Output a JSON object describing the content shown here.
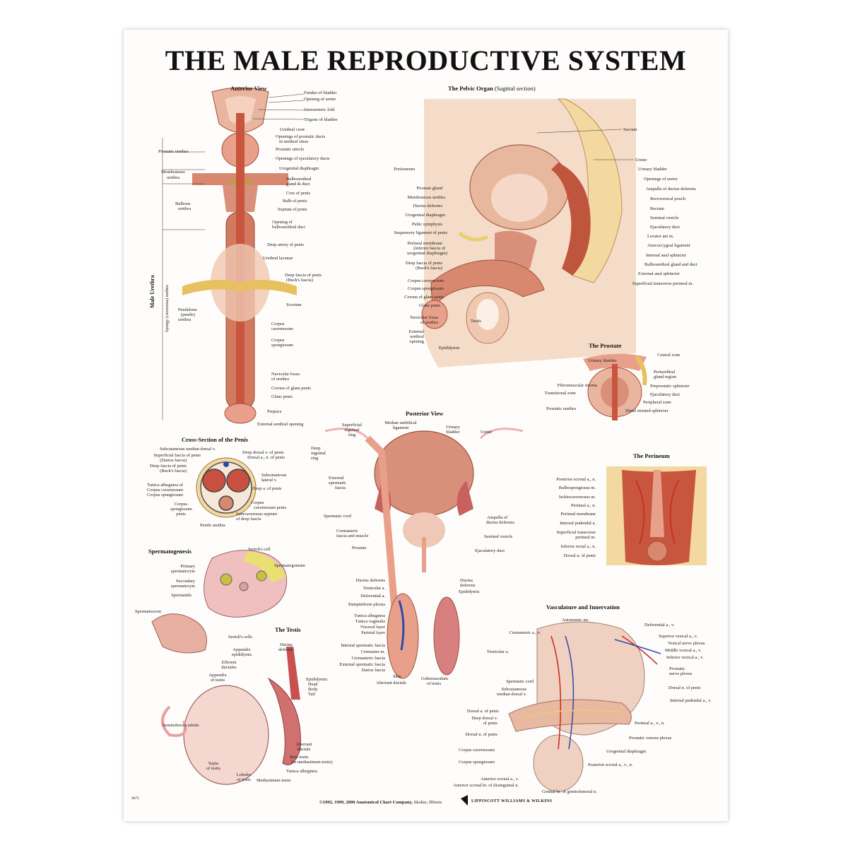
{
  "title": "THE MALE REPRODUCTIVE SYSTEM",
  "sections": {
    "anterior": "Anterior View",
    "pelvic": "The Pelvic Organ",
    "pelvic_sub": "(Sagittal section)",
    "prostate": "The Prostate",
    "perineum": "The Perineum",
    "cross": "Cross-Section of the Penis",
    "posterior": "Posterior View",
    "sperm": "Spermatogenesis",
    "testis": "The Testis",
    "vasc": "Vasculature and Innervation"
  },
  "anterior_labels": [
    "Fundus of bladder",
    "Opening of ureter",
    "Interureteric fold",
    "Trigone of bladder",
    "Urethral crest",
    "Openings of prostatic ducts",
    "in urethral sinus",
    "Prostatic utricle",
    "Openings of ejaculatory ducts",
    "Urogenital diaphragm",
    "Bulbourethral",
    "gland & duct",
    "Crus of penis",
    "Bulb of penis",
    "Septum of penis",
    "Opening of",
    "bulbourethral duct",
    "Deep artery of penis",
    "Urethral lacunae",
    "Deep fascia of penis",
    "(Buck's fascia)",
    "Scrotum",
    "Corpus",
    "cavernosum",
    "Corpus",
    "spongiosum",
    "Navicular fossa",
    "of urethra",
    "Corona of glans penis",
    "Glans penis",
    "Prepuce",
    "External urethral opening"
  ],
  "anterior_left": [
    "Prostatic urethra",
    "Membranous",
    "urethra",
    "Bulbous",
    "urethra",
    "Pendulous",
    "(penile)",
    "urethra"
  ],
  "urethra_vertical": "Male Urethra",
  "spongy_vertical": "Spongy (cavernous) urethra",
  "pelvic_left": [
    "Peritoneum",
    "Prostate gland",
    "Membranous urethra",
    "Ductus deferens",
    "Urogenital diaphragm",
    "Pubic symphysis",
    "Suspensory ligament of penis",
    "Perineal membrane",
    "(inferior fascia of",
    "urogenital diaphragm)",
    "Deep fascia of penis",
    "(Buck's fascia)",
    "Corpus cavernosum",
    "Corpus spongiosum",
    "Corona of glans penis",
    "Glans penis",
    "Navicular fossa",
    "of urethra",
    "External",
    "urethral",
    "opening",
    "Epididymis",
    "Testis"
  ],
  "pelvic_right": [
    "Sacrum",
    "Ureter",
    "Urinary bladder",
    "Openings of ureter",
    "Ampulla of ductus deferens",
    "Rectovesical pouch",
    "Rectum",
    "Seminal vesicle",
    "Ejaculatory duct",
    "Levator ani m.",
    "Anococcygeal ligament",
    "Internal anal sphincter",
    "Bulbourethral gland and duct",
    "External anal sphincter",
    "Superficial transverse perineal m."
  ],
  "prostate_labels": [
    "Urinary bladder",
    "Central zone",
    "Periurethral",
    "gland region",
    "Fibromuscular stroma",
    "Preprostatic sphincter",
    "Transitional zone",
    "Ejaculatory duct",
    "Peripheral zone",
    "Prostatic urethra",
    "Distal striated sphincter"
  ],
  "perineum_labels": [
    "Posterior scrotal a., n.",
    "Bulbospongiosus m.",
    "Ischiocavernosus m.",
    "Perineal a., n.",
    "Perineal membrane",
    "Internal pudendal a.",
    "Superficial transverse",
    "perineal m.",
    "Inferior rectal a., n.",
    "Dorsal n. of penis"
  ],
  "cross_labels": [
    "Subcutaneous median dorsal v.",
    "Superficial fascia of penis",
    "(Dartos fascia)",
    "Deep fascia of penis",
    "(Buck's fascia)",
    "Deep dorsal v. of penis",
    "Dorsal a., n. of penis",
    "Subcutaneous",
    "lateral v.",
    "Tunica albuginea of",
    "Corpus cavernosum",
    "Corpus spongiosum",
    "Deep a. of penis",
    "Corpus",
    "spongiosum",
    "penis",
    "Corpus",
    "cavernosum penis",
    "Intercavernous septum",
    "of deep fascia",
    "Penile urethra"
  ],
  "posterior_labels": [
    "Median umbilical",
    "ligament",
    "Superficial",
    "inguinal",
    "ring",
    "Urinary",
    "bladder",
    "Ureter",
    "Deep",
    "inguinal",
    "ring",
    "External",
    "spermatic",
    "fascia",
    "Spermatic cord",
    "Cremasteric",
    "fascia and muscle",
    "Prostate",
    "Ampulla of",
    "ductus deferens",
    "Seminal vesicle",
    "Ejaculatory duct",
    "Ductus deferens",
    "Testicular a.",
    "Deferential a.",
    "Pampiniform plexus",
    "Tunica albuginea",
    "Tunica vaginalis",
    "Visceral layer",
    "Parietal layer",
    "Internal spermatic fascia",
    "Cremaster m.",
    "Cremasteric fascia",
    "External spermatic fascia",
    "Dartos fascia",
    "Skin",
    "Aberrant ductule",
    "Gubernaculum",
    "of testis",
    "Ductus",
    "deferens",
    "Epididymis"
  ],
  "sperm_labels": [
    "Sertoli's cell",
    "Primary",
    "spermatocyte",
    "Secondary",
    "spermatocyte",
    "Spermatogonium",
    "Spermatids",
    "Spermatozoon",
    "Sertoli's cells"
  ],
  "testis_labels": [
    "Appendix",
    "epididymis",
    "Efferent",
    "ductules",
    "Appendix",
    "of testis",
    "Ductus",
    "deferens",
    "Epididymis:",
    "Head",
    "Body",
    "Tail",
    "Seminiferous tubule",
    "Septa",
    "of testis",
    "Lobules",
    "of testis",
    "Mediastinum testis",
    "Tunica albuginea",
    "Rete testis",
    "(in mediastinum testis)",
    "Aberrant",
    "ductule"
  ],
  "vasc_labels": [
    "Autonomic nn.",
    "Deferential a., v.",
    "Cremasteric a., v.",
    "Superior vesical a., v.",
    "Vesical nerve plexus",
    "Middle vesical a., v.",
    "Inferior vesical a., v.",
    "Testicular a.",
    "Prostatic",
    "nerve plexus",
    "Spermatic cord",
    "Subcutaneous",
    "median dorsal v.",
    "Dorsal n. of penis",
    "Internal pudendal a., v.",
    "Dorsal a. of penis",
    "Deep dorsal v.",
    "of penis",
    "Perineal a., v., n.",
    "Dorsal n. of penis",
    "Prostatic venous plexus",
    "Corpus cavernosum",
    "Urogenital diaphragm",
    "Corpus spongiosum",
    "Posterior scrotal a., v., n.",
    "Anterior scrotal a., v.",
    "Anterior scrotal br. of ilioinguinal n.",
    "Genital br. of genitofemoral n."
  ],
  "catalog": "9672",
  "copyright": "©1992, 1999, 2000 Anatomical Chart Company,",
  "copyright_place": "Skokie, Illinois",
  "publisher": "LIPPINCOTT WILLIAMS & WILKINS",
  "colors": {
    "flesh": "#e8a08a",
    "muscle": "#c4553d",
    "bone": "#f3d9a0",
    "vessel_red": "#c8271f",
    "vessel_blue": "#2d4aa8",
    "nerve": "#e8d070"
  }
}
